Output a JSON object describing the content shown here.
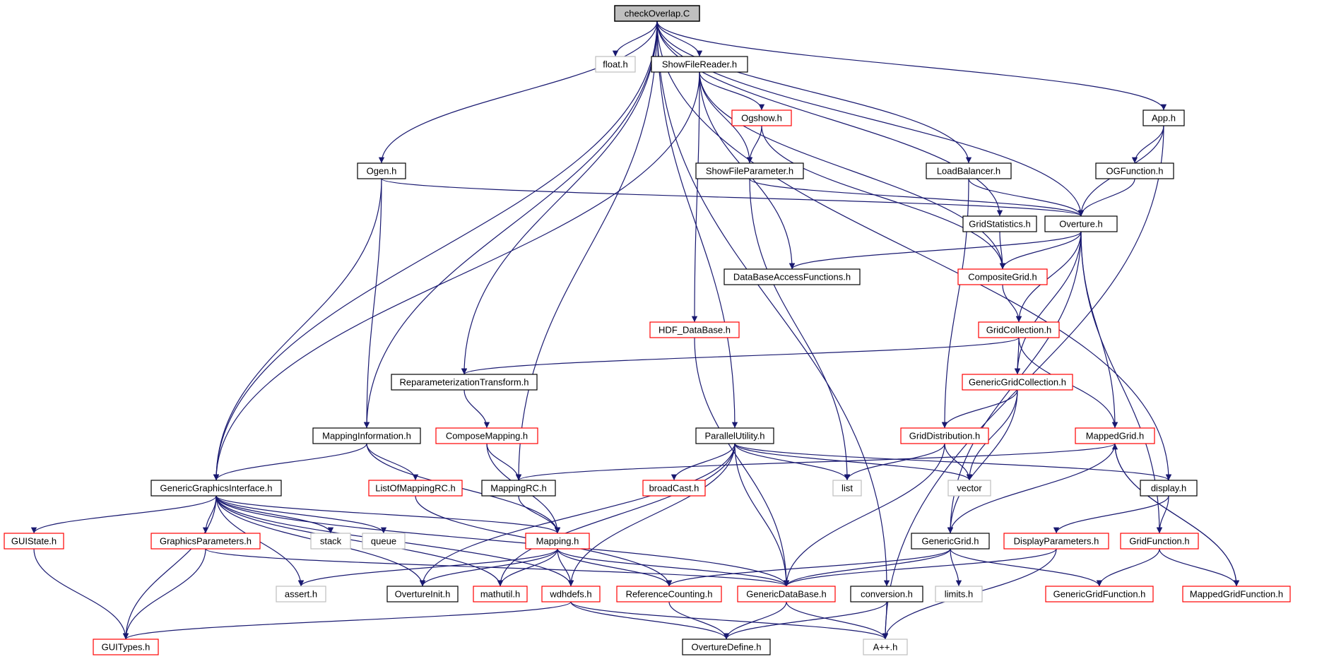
{
  "colors": {
    "edge": "#191970",
    "root_fill": "#bfbfbf",
    "border_documented": "#000000",
    "border_truncated": "#ff0000",
    "border_external": "#bfbfbf",
    "text": "#000000"
  },
  "nodes": [
    {
      "id": "checkOverlap",
      "label": "checkOverlap.C",
      "kind": "root"
    },
    {
      "id": "float",
      "label": "float.h",
      "kind": "external"
    },
    {
      "id": "ShowFileReader",
      "label": "ShowFileReader.h",
      "kind": "documented"
    },
    {
      "id": "Ogshow",
      "label": "Ogshow.h",
      "kind": "truncated"
    },
    {
      "id": "App",
      "label": "App.h",
      "kind": "documented"
    },
    {
      "id": "Ogen",
      "label": "Ogen.h",
      "kind": "documented"
    },
    {
      "id": "ShowFileParameter",
      "label": "ShowFileParameter.h",
      "kind": "documented"
    },
    {
      "id": "LoadBalancer",
      "label": "LoadBalancer.h",
      "kind": "documented"
    },
    {
      "id": "OGFunction",
      "label": "OGFunction.h",
      "kind": "documented"
    },
    {
      "id": "GridStatistics",
      "label": "GridStatistics.h",
      "kind": "documented"
    },
    {
      "id": "Overture",
      "label": "Overture.h",
      "kind": "documented"
    },
    {
      "id": "DataBaseAccessFunctions",
      "label": "DataBaseAccessFunctions.h",
      "kind": "documented"
    },
    {
      "id": "CompositeGrid",
      "label": "CompositeGrid.h",
      "kind": "truncated"
    },
    {
      "id": "HDF_DataBase",
      "label": "HDF_DataBase.h",
      "kind": "truncated"
    },
    {
      "id": "GridCollection",
      "label": "GridCollection.h",
      "kind": "truncated"
    },
    {
      "id": "ReparameterizationTransform",
      "label": "ReparameterizationTransform.h",
      "kind": "documented"
    },
    {
      "id": "GenericGridCollection",
      "label": "GenericGridCollection.h",
      "kind": "truncated"
    },
    {
      "id": "MappingInformation",
      "label": "MappingInformation.h",
      "kind": "documented"
    },
    {
      "id": "ComposeMapping",
      "label": "ComposeMapping.h",
      "kind": "truncated"
    },
    {
      "id": "ParallelUtility",
      "label": "ParallelUtility.h",
      "kind": "documented"
    },
    {
      "id": "GridDistribution",
      "label": "GridDistribution.h",
      "kind": "truncated"
    },
    {
      "id": "MappedGrid",
      "label": "MappedGrid.h",
      "kind": "truncated"
    },
    {
      "id": "GenericGraphicsInterface",
      "label": "GenericGraphicsInterface.h",
      "kind": "documented"
    },
    {
      "id": "ListOfMappingRC",
      "label": "ListOfMappingRC.h",
      "kind": "truncated"
    },
    {
      "id": "MappingRC",
      "label": "MappingRC.h",
      "kind": "documented"
    },
    {
      "id": "broadCast",
      "label": "broadCast.h",
      "kind": "truncated"
    },
    {
      "id": "list",
      "label": "list",
      "kind": "external"
    },
    {
      "id": "vector",
      "label": "vector",
      "kind": "external"
    },
    {
      "id": "display",
      "label": "display.h",
      "kind": "documented"
    },
    {
      "id": "GUIState",
      "label": "GUIState.h",
      "kind": "truncated"
    },
    {
      "id": "GraphicsParameters",
      "label": "GraphicsParameters.h",
      "kind": "truncated"
    },
    {
      "id": "stack",
      "label": "stack",
      "kind": "external"
    },
    {
      "id": "queue",
      "label": "queue",
      "kind": "external"
    },
    {
      "id": "Mapping",
      "label": "Mapping.h",
      "kind": "truncated"
    },
    {
      "id": "GenericGrid",
      "label": "GenericGrid.h",
      "kind": "documented"
    },
    {
      "id": "DisplayParameters",
      "label": "DisplayParameters.h",
      "kind": "truncated"
    },
    {
      "id": "GridFunction",
      "label": "GridFunction.h",
      "kind": "truncated"
    },
    {
      "id": "assert",
      "label": "assert.h",
      "kind": "external"
    },
    {
      "id": "OvertureInit",
      "label": "OvertureInit.h",
      "kind": "documented"
    },
    {
      "id": "mathutil",
      "label": "mathutil.h",
      "kind": "truncated"
    },
    {
      "id": "wdhdefs",
      "label": "wdhdefs.h",
      "kind": "truncated"
    },
    {
      "id": "ReferenceCounting",
      "label": "ReferenceCounting.h",
      "kind": "truncated"
    },
    {
      "id": "GenericDataBase",
      "label": "GenericDataBase.h",
      "kind": "truncated"
    },
    {
      "id": "conversion",
      "label": "conversion.h",
      "kind": "documented"
    },
    {
      "id": "limits",
      "label": "limits.h",
      "kind": "external"
    },
    {
      "id": "GenericGridFunction",
      "label": "GenericGridFunction.h",
      "kind": "truncated"
    },
    {
      "id": "MappedGridFunction",
      "label": "MappedGridFunction.h",
      "kind": "truncated"
    },
    {
      "id": "GUITypes",
      "label": "GUITypes.h",
      "kind": "truncated"
    },
    {
      "id": "OvertureDefine",
      "label": "OvertureDefine.h",
      "kind": "documented"
    },
    {
      "id": "Aplusplus",
      "label": "A++.h",
      "kind": "external"
    }
  ],
  "edges": [
    [
      "checkOverlap",
      "float"
    ],
    [
      "checkOverlap",
      "ShowFileReader"
    ],
    [
      "checkOverlap",
      "Ogen"
    ],
    [
      "checkOverlap",
      "GenericGraphicsInterface"
    ],
    [
      "checkOverlap",
      "MappingInformation"
    ],
    [
      "checkOverlap",
      "ReparameterizationTransform"
    ],
    [
      "checkOverlap",
      "MappingRC"
    ],
    [
      "checkOverlap",
      "ParallelUtility"
    ],
    [
      "checkOverlap",
      "conversion"
    ],
    [
      "checkOverlap",
      "LoadBalancer"
    ],
    [
      "checkOverlap",
      "GridStatistics"
    ],
    [
      "checkOverlap",
      "Overture"
    ],
    [
      "checkOverlap",
      "App"
    ],
    [
      "checkOverlap",
      "display"
    ],
    [
      "ShowFileReader",
      "Ogshow"
    ],
    [
      "ShowFileReader",
      "ShowFileParameter"
    ],
    [
      "ShowFileReader",
      "DataBaseAccessFunctions"
    ],
    [
      "ShowFileReader",
      "HDF_DataBase"
    ],
    [
      "ShowFileReader",
      "GenericGraphicsInterface"
    ],
    [
      "ShowFileReader",
      "CompositeGrid"
    ],
    [
      "Ogshow",
      "ShowFileParameter"
    ],
    [
      "Ogshow",
      "CompositeGrid"
    ],
    [
      "ShowFileParameter",
      "Overture"
    ],
    [
      "ShowFileParameter",
      "list"
    ],
    [
      "App",
      "OGFunction"
    ],
    [
      "App",
      "Overture"
    ],
    [
      "App",
      "Aplusplus"
    ],
    [
      "OGFunction",
      "Overture"
    ],
    [
      "Ogen",
      "Overture"
    ],
    [
      "Ogen",
      "MappingInformation"
    ],
    [
      "Ogen",
      "GenericGraphicsInterface"
    ],
    [
      "LoadBalancer",
      "Overture"
    ],
    [
      "LoadBalancer",
      "GridDistribution"
    ],
    [
      "GridStatistics",
      "CompositeGrid"
    ],
    [
      "Overture",
      "DataBaseAccessFunctions"
    ],
    [
      "Overture",
      "CompositeGrid"
    ],
    [
      "Overture",
      "GridCollection"
    ],
    [
      "Overture",
      "GenericGridCollection"
    ],
    [
      "Overture",
      "MappedGrid"
    ],
    [
      "Overture",
      "GenericGrid"
    ],
    [
      "Overture",
      "GridFunction"
    ],
    [
      "CompositeGrid",
      "GridCollection"
    ],
    [
      "GridCollection",
      "GenericGridCollection"
    ],
    [
      "GridCollection",
      "MappedGrid"
    ],
    [
      "GridCollection",
      "ReparameterizationTransform"
    ],
    [
      "GenericGridCollection",
      "GridDistribution"
    ],
    [
      "GenericGridCollection",
      "vector"
    ],
    [
      "GenericGridCollection",
      "GenericGrid"
    ],
    [
      "HDF_DataBase",
      "GenericDataBase"
    ],
    [
      "ReparameterizationTransform",
      "ComposeMapping"
    ],
    [
      "ComposeMapping",
      "MappingRC"
    ],
    [
      "ComposeMapping",
      "Mapping"
    ],
    [
      "MappingInformation",
      "GenericGraphicsInterface"
    ],
    [
      "MappingInformation",
      "ListOfMappingRC"
    ],
    [
      "MappingInformation",
      "Mapping"
    ],
    [
      "ListOfMappingRC",
      "ReferenceCounting"
    ],
    [
      "MappingRC",
      "Mapping"
    ],
    [
      "ParallelUtility",
      "broadCast"
    ],
    [
      "ParallelUtility",
      "list"
    ],
    [
      "ParallelUtility",
      "vector"
    ],
    [
      "ParallelUtility",
      "display"
    ],
    [
      "ParallelUtility",
      "GenericDataBase"
    ],
    [
      "ParallelUtility",
      "wdhdefs"
    ],
    [
      "ParallelUtility",
      "mathutil"
    ],
    [
      "ParallelUtility",
      "OvertureInit"
    ],
    [
      "GridDistribution",
      "list"
    ],
    [
      "GridDistribution",
      "vector"
    ],
    [
      "GridDistribution",
      "GenericDataBase"
    ],
    [
      "MappedGrid",
      "MappingRC"
    ],
    [
      "MappedGrid",
      "GenericGrid"
    ],
    [
      "MappedGrid",
      "MappedGridFunction"
    ],
    [
      "GenericGraphicsInterface",
      "GUIState"
    ],
    [
      "GenericGraphicsInterface",
      "GraphicsParameters"
    ],
    [
      "GenericGraphicsInterface",
      "stack"
    ],
    [
      "GenericGraphicsInterface",
      "queue"
    ],
    [
      "GenericGraphicsInterface",
      "Mapping"
    ],
    [
      "GenericGraphicsInterface",
      "GUITypes"
    ],
    [
      "GenericGraphicsInterface",
      "assert"
    ],
    [
      "GenericGraphicsInterface",
      "OvertureInit"
    ],
    [
      "GenericGraphicsInterface",
      "mathutil"
    ],
    [
      "GenericGraphicsInterface",
      "wdhdefs"
    ],
    [
      "GenericGraphicsInterface",
      "GenericDataBase"
    ],
    [
      "GUIState",
      "GUITypes"
    ],
    [
      "GraphicsParameters",
      "GUITypes"
    ],
    [
      "GraphicsParameters",
      "GenericDataBase"
    ],
    [
      "display",
      "DisplayParameters"
    ],
    [
      "display",
      "GridFunction"
    ],
    [
      "Mapping",
      "assert"
    ],
    [
      "Mapping",
      "OvertureInit"
    ],
    [
      "Mapping",
      "mathutil"
    ],
    [
      "Mapping",
      "wdhdefs"
    ],
    [
      "Mapping",
      "ReferenceCounting"
    ],
    [
      "Mapping",
      "GenericDataBase"
    ],
    [
      "GenericGrid",
      "ReferenceCounting"
    ],
    [
      "GenericGrid",
      "GenericDataBase"
    ],
    [
      "GenericGrid",
      "limits"
    ],
    [
      "GenericGrid",
      "GenericGridFunction"
    ],
    [
      "DisplayParameters",
      "GenericDataBase"
    ],
    [
      "DisplayParameters",
      "Aplusplus"
    ],
    [
      "GridFunction",
      "GenericGridFunction"
    ],
    [
      "GridFunction",
      "MappedGridFunction"
    ],
    [
      "MappedGridFunction",
      "MappedGrid"
    ],
    [
      "wdhdefs",
      "GUITypes"
    ],
    [
      "wdhdefs",
      "OvertureDefine"
    ],
    [
      "wdhdefs",
      "Aplusplus"
    ],
    [
      "ReferenceCounting",
      "OvertureDefine"
    ],
    [
      "GenericDataBase",
      "OvertureDefine"
    ],
    [
      "GenericDataBase",
      "Aplusplus"
    ],
    [
      "conversion",
      "OvertureDefine"
    ],
    [
      "conversion",
      "Aplusplus"
    ]
  ]
}
